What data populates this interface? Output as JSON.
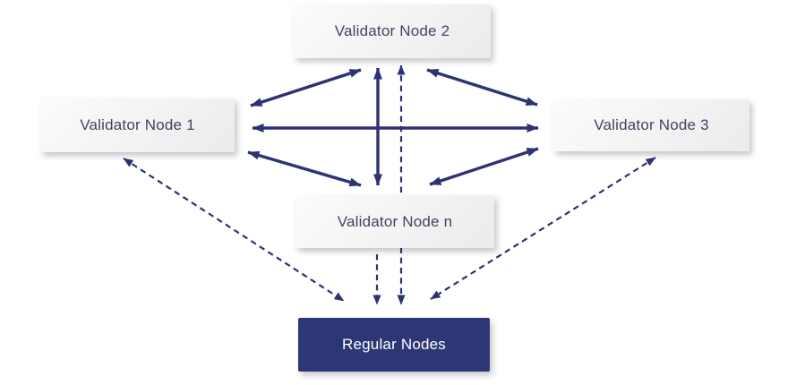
{
  "diagram": {
    "nodes": {
      "validator1": {
        "label": "Validator Node 1"
      },
      "validator2": {
        "label": "Validator Node 2"
      },
      "validator3": {
        "label": "Validator Node 3"
      },
      "validator_n": {
        "label": "Validator Node n"
      },
      "regular": {
        "label": "Regular Nodes"
      }
    },
    "edges": [
      {
        "from": "validator2",
        "to": "validator1",
        "style": "solid",
        "bidirectional": true
      },
      {
        "from": "validator2",
        "to": "validator3",
        "style": "solid",
        "bidirectional": true
      },
      {
        "from": "validator1",
        "to": "validator3",
        "style": "solid",
        "bidirectional": true
      },
      {
        "from": "validator2",
        "to": "validator_n",
        "style": "solid",
        "bidirectional": true
      },
      {
        "from": "validator1",
        "to": "validator_n",
        "style": "solid",
        "bidirectional": true
      },
      {
        "from": "validator3",
        "to": "validator_n",
        "style": "solid",
        "bidirectional": true
      },
      {
        "from": "validator2",
        "to": "regular",
        "style": "dashed",
        "bidirectional": true
      },
      {
        "from": "validator_n",
        "to": "regular",
        "style": "dashed",
        "bidirectional": false
      },
      {
        "from": "validator1",
        "to": "regular",
        "style": "dashed",
        "bidirectional": true
      },
      {
        "from": "validator3",
        "to": "regular",
        "style": "dashed",
        "bidirectional": true
      }
    ],
    "colors": {
      "background": "#ffffff",
      "arrow": "#2c3273",
      "validator_box_bg_start": "#fcfcfc",
      "validator_box_bg_end": "#ebebed",
      "validator_text": "#3f4560",
      "regular_box_bg": "#2e3776",
      "regular_text": "#ffffff"
    }
  }
}
